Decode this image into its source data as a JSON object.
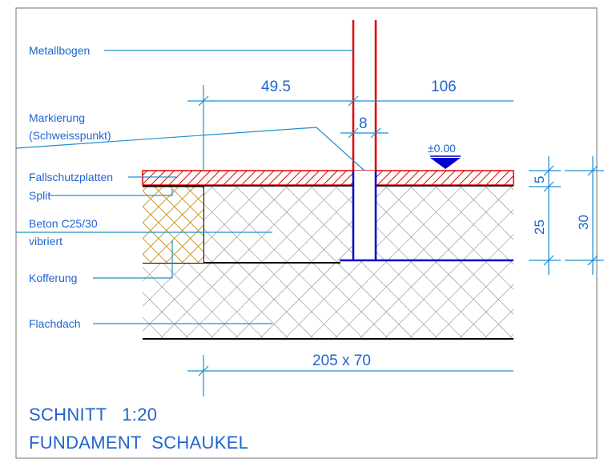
{
  "labels": {
    "metallbogen": "Metallbogen",
    "markierung_1": "Markierung",
    "markierung_2": "(Schweisspunkt)",
    "fallschutz": "Fallschutzplatten",
    "split": "Split",
    "beton_1": "Beton C25/30",
    "beton_2": "vibriert",
    "kofferung": "Kofferung",
    "flachdach": "Flachdach"
  },
  "dimensions": {
    "d_left": "49.5",
    "d_right": "106",
    "d_post": "8",
    "level": "±0.00",
    "v5": "5",
    "v25": "25",
    "v30": "30",
    "bottom": "205 x 70"
  },
  "title": {
    "line1": "SCHNITT   1:20",
    "line2": "FUNDAMENT  SCHAUKEL"
  },
  "colors": {
    "label_blue": "#1f64d0",
    "dim_line": "#1f8fd0",
    "post_red": "#e00000",
    "layer_red": "#e00000",
    "split_ochre": "#c89a3a",
    "hatch_grey": "#7a7a7a"
  }
}
